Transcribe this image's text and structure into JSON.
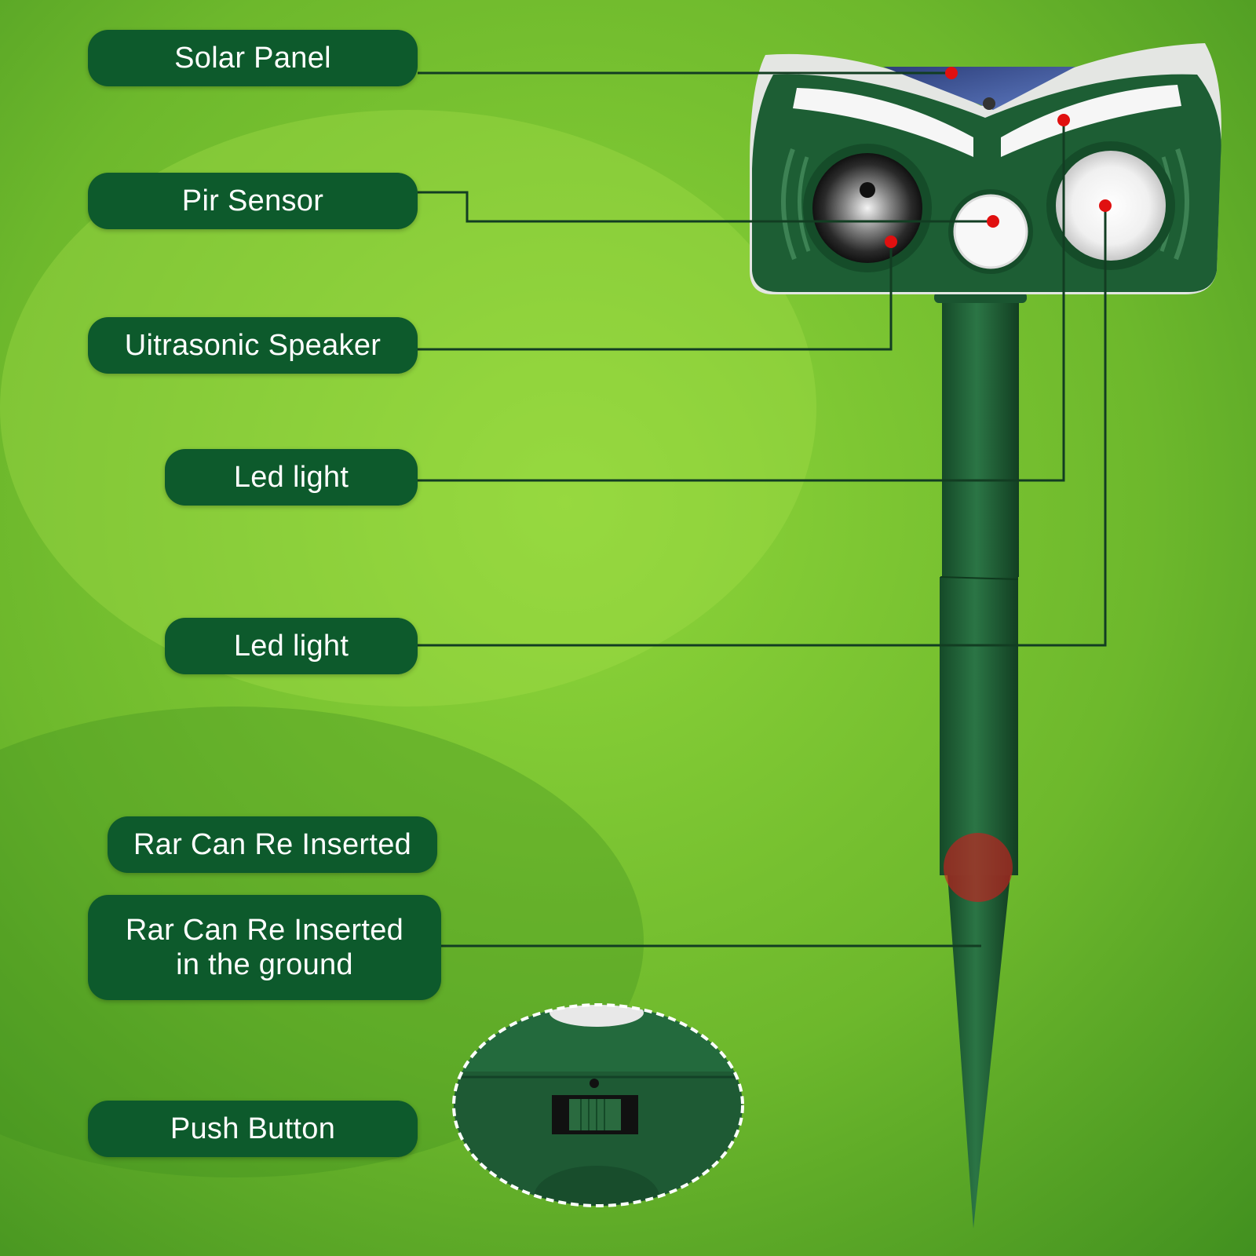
{
  "labels": {
    "solar_panel": "Solar Panel",
    "pir_sensor": "Pir Sensor",
    "ultrasonic_speaker": "Uitrasonic Speaker",
    "led_light_1": "Led light",
    "led_light_2": "Led light",
    "rar_1": "Rar Can Re Inserted",
    "rar_2_line1": "Rar Can Re Inserted",
    "rar_2_line2": "in the ground",
    "push_button": "Push Button"
  },
  "colors": {
    "label_bg": "#0d5a2c",
    "label_text": "#ffffff",
    "device_green": "#1d5e34",
    "marker_red": "#e01010",
    "grass_light": "#8fd63a",
    "grass_dark": "#3d8c1e"
  },
  "icons": [
    "solar-panel-icon",
    "speaker-icon",
    "pir-sensor-icon",
    "led-lamp-icon",
    "switch-icon"
  ]
}
